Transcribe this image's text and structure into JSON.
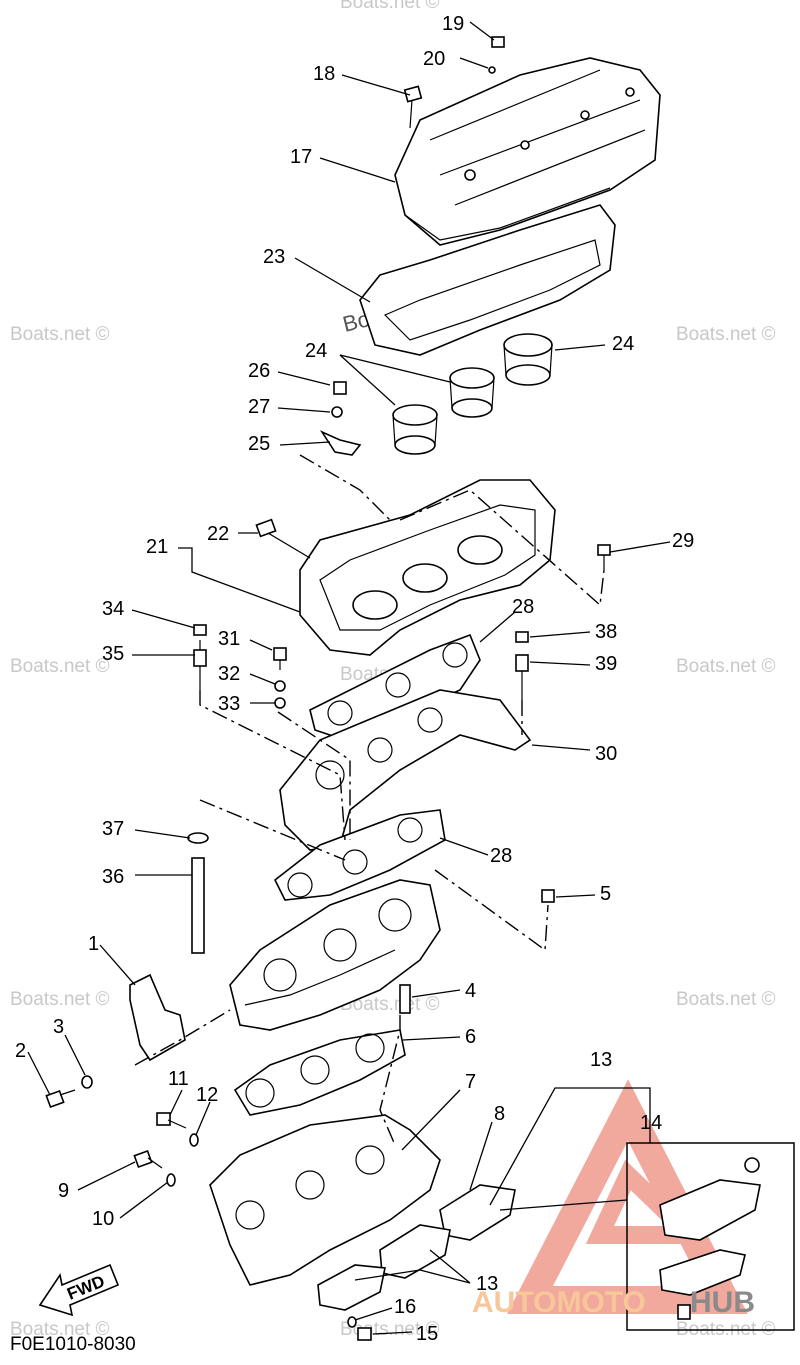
{
  "diagram": {
    "code": "F0E1010-8030",
    "direction_label": "FWD",
    "watermark": "Boats.net ©",
    "logo": {
      "word1": "AUTOMOTO",
      "word2": "HUB",
      "color_primary": "#f5b8a8",
      "color_accent": "#f0803c"
    }
  },
  "callouts": [
    {
      "id": "c19",
      "label": "19"
    },
    {
      "id": "c20",
      "label": "20"
    },
    {
      "id": "c18",
      "label": "18"
    },
    {
      "id": "c17",
      "label": "17"
    },
    {
      "id": "c23",
      "label": "23"
    },
    {
      "id": "c24a",
      "label": "24"
    },
    {
      "id": "c24b",
      "label": "24"
    },
    {
      "id": "c26",
      "label": "26"
    },
    {
      "id": "c27",
      "label": "27"
    },
    {
      "id": "c25",
      "label": "25"
    },
    {
      "id": "c21",
      "label": "21"
    },
    {
      "id": "c22",
      "label": "22"
    },
    {
      "id": "c29",
      "label": "29"
    },
    {
      "id": "c34",
      "label": "34"
    },
    {
      "id": "c35",
      "label": "35"
    },
    {
      "id": "c31",
      "label": "31"
    },
    {
      "id": "c32",
      "label": "32"
    },
    {
      "id": "c33",
      "label": "33"
    },
    {
      "id": "c28a",
      "label": "28"
    },
    {
      "id": "c38",
      "label": "38"
    },
    {
      "id": "c39",
      "label": "39"
    },
    {
      "id": "c30",
      "label": "30"
    },
    {
      "id": "c37",
      "label": "37"
    },
    {
      "id": "c36",
      "label": "36"
    },
    {
      "id": "c28b",
      "label": "28"
    },
    {
      "id": "c5",
      "label": "5"
    },
    {
      "id": "c1",
      "label": "1"
    },
    {
      "id": "c4",
      "label": "4"
    },
    {
      "id": "c3",
      "label": "3"
    },
    {
      "id": "c2",
      "label": "2"
    },
    {
      "id": "c6",
      "label": "6"
    },
    {
      "id": "c13a",
      "label": "13"
    },
    {
      "id": "c11",
      "label": "11"
    },
    {
      "id": "c12",
      "label": "12"
    },
    {
      "id": "c7",
      "label": "7"
    },
    {
      "id": "c14",
      "label": "14"
    },
    {
      "id": "c8",
      "label": "8"
    },
    {
      "id": "c9",
      "label": "9"
    },
    {
      "id": "c10",
      "label": "10"
    },
    {
      "id": "c13b",
      "label": "13"
    },
    {
      "id": "c16",
      "label": "16"
    },
    {
      "id": "c15",
      "label": "15"
    }
  ]
}
